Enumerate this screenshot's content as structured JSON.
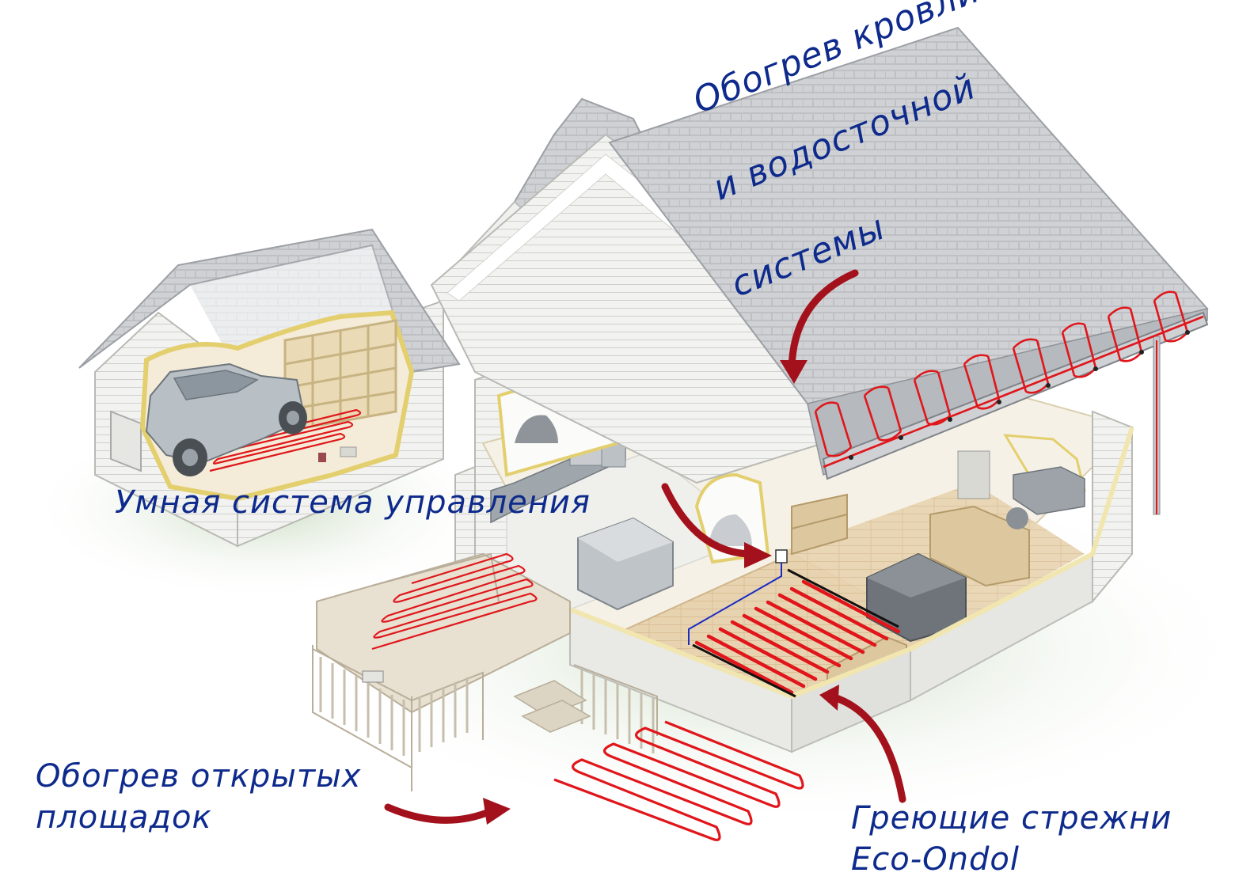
{
  "labels": {
    "roof": [
      "Обогрев кровли",
      "и водосточной",
      "системы"
    ],
    "control": "Умная система управления",
    "outdoor": [
      "Обогрев открытых",
      "площадок"
    ],
    "rods": [
      "Греющие стрежни",
      "Eco-Ondol"
    ]
  },
  "colors": {
    "label_text": "#0d2a8c",
    "heating_cable": "#e0161b",
    "arrow": "#a3121c",
    "roof": "#cfd1d4",
    "wall": "#f3f3f1",
    "floor": "#e8d3b0",
    "accent_trim": "#f1e6b0",
    "supply_line": "#1a2cc4"
  },
  "icons": [
    "car-icon",
    "thermostat-icon",
    "heating-cable-icon",
    "arrow-icon"
  ]
}
